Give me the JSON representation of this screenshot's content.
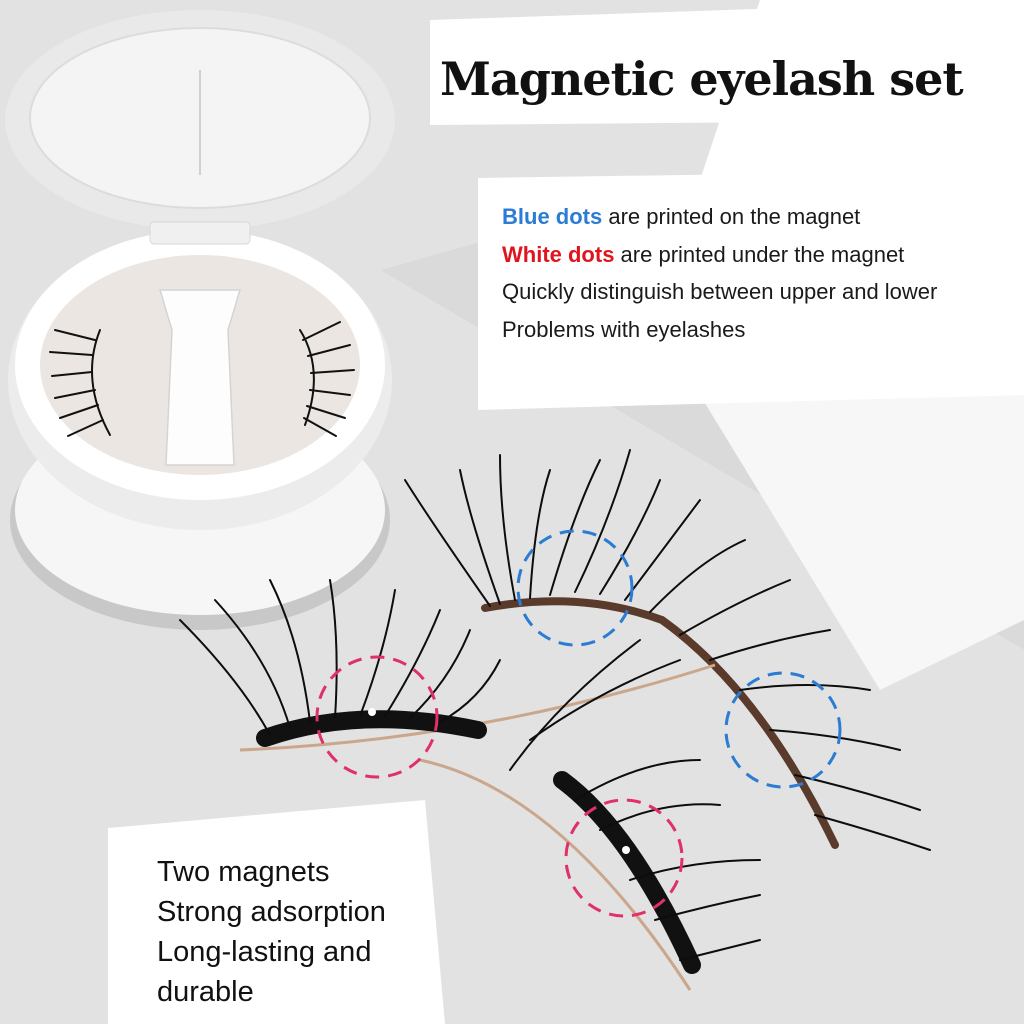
{
  "title": "Magnetic eyelash set",
  "points": [
    {
      "highlight": "Blue dots",
      "text": " are printed on the magnet",
      "color": "#2b7cd3"
    },
    {
      "highlight": "White dots",
      "text": " are printed under the magnet",
      "color": "#e0141c"
    },
    {
      "highlight": "",
      "text": "Quickly distinguish between upper and lower"
    },
    {
      "highlight": "",
      "text": "Problems with eyelashes"
    }
  ],
  "features": [
    "Two magnets",
    "Strong adsorption",
    "Long-lasting and",
    "durable"
  ],
  "colors": {
    "blue_marker": "#2b7cd3",
    "pink_marker": "#e0306a",
    "background_gray": "#e4e4e4"
  }
}
